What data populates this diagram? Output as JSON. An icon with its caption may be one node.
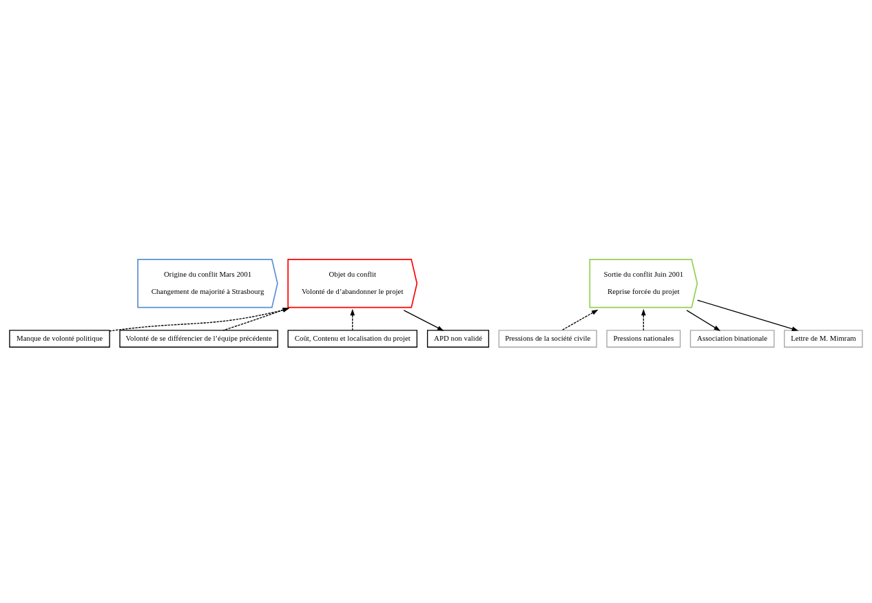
{
  "diagram": {
    "nodes": [
      {
        "text": [
          "Origine du conflit Mars 2001",
          "Changement de majorité à Strasbourg"
        ]
      },
      {
        "text": [
          "Objet du conflit",
          "Volonté de d’abandonner le projet"
        ]
      },
      {
        "text": [
          "Sortie du conflit Juin 2001",
          "Reprise forcée du projet"
        ]
      },
      {
        "text": [
          "Manque de volonté politique"
        ]
      },
      {
        "text": [
          "Volonté de se différencier de l’équipe précédente"
        ]
      },
      {
        "text": [
          "Coût, Contenu et localisation du projet"
        ]
      },
      {
        "text": [
          "APD non validé"
        ]
      },
      {
        "text": [
          "Pressions de la société civile"
        ]
      },
      {
        "text": [
          "Pressions nationales"
        ]
      },
      {
        "text": [
          "Association binationale"
        ]
      },
      {
        "text": [
          "Lettre de M. Mimram"
        ]
      }
    ],
    "edges": [
      {
        "from": 3,
        "to": 1,
        "arrow": "to",
        "style": "dashed"
      },
      {
        "from": 4,
        "to": 1,
        "arrow": "to",
        "style": "dashed"
      },
      {
        "from": 5,
        "to": 1,
        "arrow": "to",
        "style": "dashed"
      },
      {
        "from": 1,
        "to": 6,
        "arrow": "to"
      },
      {
        "from": 7,
        "to": 2,
        "arrow": "to",
        "style": "dashed"
      },
      {
        "from": 8,
        "to": 2,
        "arrow": "to",
        "style": "dashed"
      },
      {
        "from": 2,
        "to": 9,
        "arrow": "to"
      },
      {
        "from": 2,
        "to": 10,
        "arrow": "to"
      }
    ]
  }
}
